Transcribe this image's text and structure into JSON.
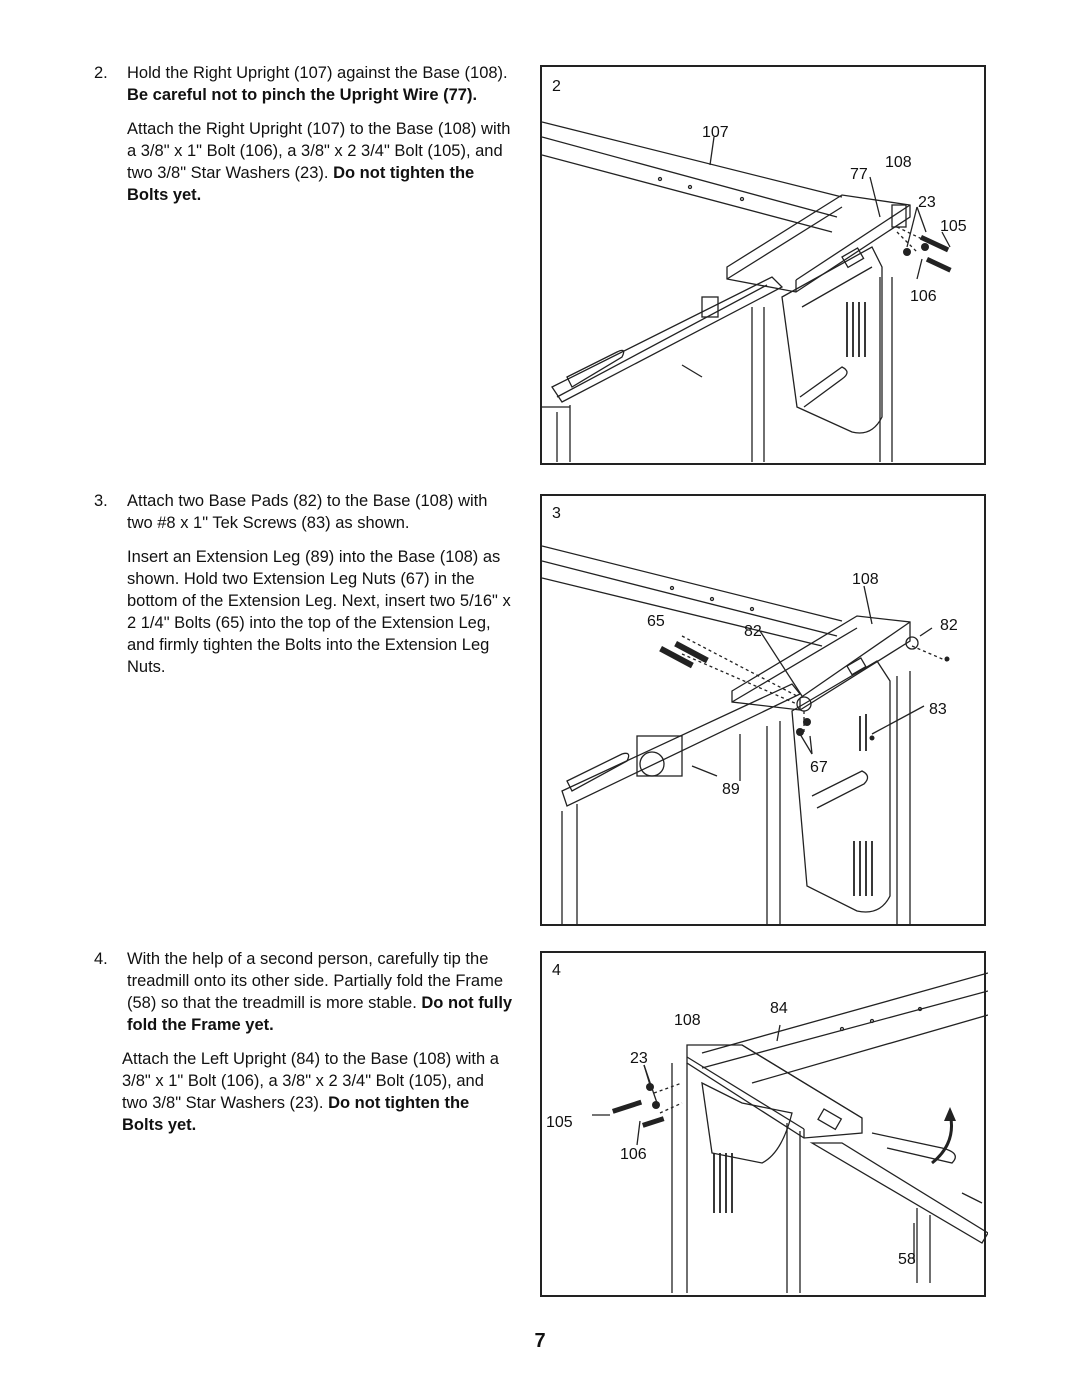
{
  "steps": [
    {
      "number": "2.",
      "para1": [
        {
          "text": "Hold the Right Upright (107) against the Base (108). ",
          "bold": false
        },
        {
          "text": "Be careful not to pinch the Upright Wire (77).",
          "bold": true
        }
      ],
      "para2": [
        {
          "text": "Attach the Right Upright (107) to the Base (108) with a 3/8\" x 1\" Bolt (106), a 3/8\" x 2 3/4\" Bolt (105), and two 3/8\" Star Washers (23). ",
          "bold": false
        },
        {
          "text": "Do not tighten the Bolts yet.",
          "bold": true
        }
      ]
    },
    {
      "number": "3.",
      "para1": [
        {
          "text": "Attach two Base Pads (82) to the Base (108) with two #8 x 1\" Tek Screws (83) as shown.",
          "bold": false
        }
      ],
      "para2": [
        {
          "text": "Insert an Extension Leg (89) into the Base (108) as shown. Hold two Extension Leg Nuts (67) in the bottom of the Extension Leg. Next, insert two 5/16\" x 2 1/4\" Bolts (65) into the top of the Extension Leg, and firmly tighten the Bolts into the Extension Leg Nuts.",
          "bold": false
        }
      ]
    },
    {
      "number": "4.",
      "para1": [
        {
          "text": "With the help of a second person, carefully tip the treadmill onto its other side. Partially fold the Frame (58) so that the treadmill is more stable. ",
          "bold": false
        },
        {
          "text": "Do not fully fold the Frame yet.",
          "bold": true
        }
      ],
      "para2": [
        {
          "text": "Attach the Left Upright (84) to the Base (108) with a 3/8\" x 1\" Bolt (106), a 3/8\" x 2 3/4\" Bolt (105), and two 3/8\" Star Washers (23). ",
          "bold": false
        },
        {
          "text": "Do not tighten the Bolts yet.",
          "bold": true
        }
      ]
    }
  ],
  "figures": [
    {
      "number": "2",
      "labels": {
        "l107": "107",
        "l77": "77",
        "l108": "108",
        "l23": "23",
        "l105": "105",
        "l106": "106"
      }
    },
    {
      "number": "3",
      "labels": {
        "l108": "108",
        "l65": "65",
        "l82a": "82",
        "l82b": "82",
        "l83": "83",
        "l67": "67",
        "l89": "89"
      }
    },
    {
      "number": "4",
      "labels": {
        "l84": "84",
        "l108": "108",
        "l23": "23",
        "l105": "105",
        "l106": "106",
        "l58": "58"
      }
    }
  ],
  "page_number": "7"
}
